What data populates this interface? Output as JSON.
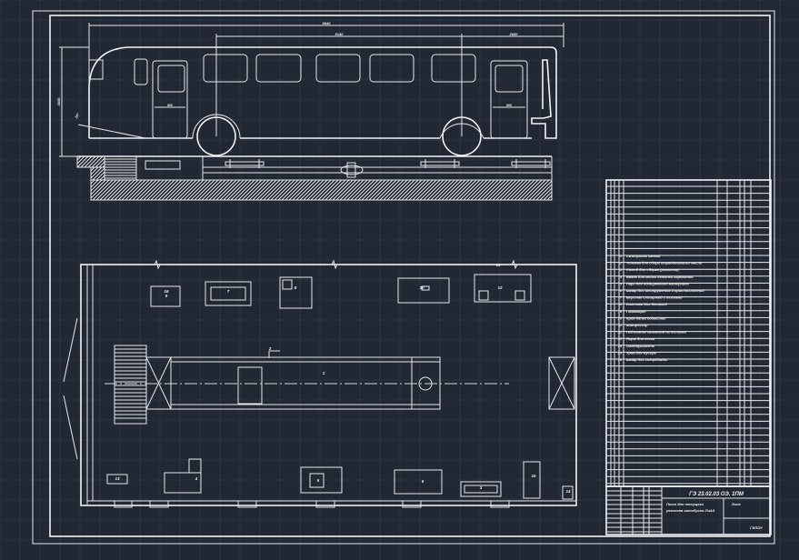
{
  "drawing": {
    "dimensions": {
      "overall_length": "9940",
      "wheelbase": "5140",
      "rear_overhang": "2680",
      "height": "3050",
      "door_front": "800",
      "door_rear": "800",
      "angle": "15°"
    },
    "plan_items": [
      "1",
      "2",
      "3",
      "4",
      "5",
      "6",
      "7",
      "8",
      "9",
      "10",
      "11",
      "12",
      "13",
      "14",
      "15",
      "16"
    ],
    "legend": [
      {
        "n": "1",
        "text": "Смотровая канава"
      },
      {
        "n": "2",
        "text": "Тележка для сбора отработанного масла"
      },
      {
        "n": "3",
        "text": "Стенд для сборки (ремонта)"
      },
      {
        "n": "4",
        "text": "Ванна для мойки деталей агрегатов"
      },
      {
        "n": "5",
        "text": "Ларь для обтирочного материала"
      },
      {
        "n": "6",
        "text": "Шкаф для инструмента и приспособлений"
      },
      {
        "n": "7",
        "text": "Верстак слесарный с тисками"
      },
      {
        "n": "8",
        "text": "Стеллаж для деталей"
      },
      {
        "n": "9",
        "text": "Гайковерт"
      },
      {
        "n": "10",
        "text": "Кран-балка подвесная"
      },
      {
        "n": "11",
        "text": "Компрессор"
      },
      {
        "n": "12",
        "text": "Подъемник канавный на тележке"
      },
      {
        "n": "13",
        "text": "Ящик для песка"
      },
      {
        "n": "14",
        "text": "Огнетушитель"
      },
      {
        "n": "15",
        "text": "Урна для мусора"
      },
      {
        "n": "16",
        "text": "Шкаф для спецодежды"
      }
    ],
    "title_block": {
      "code": "ГЭ 23.02.03 ОЭ. 1ПМ",
      "title": "Пост для текущего ремонта автобусов ЛиАЗ",
      "sheet": "Лист",
      "org": "ГБПОУ"
    },
    "colors": {
      "background": "#212733",
      "lines": "#e8e8e8",
      "grid": "#2c3441"
    }
  }
}
